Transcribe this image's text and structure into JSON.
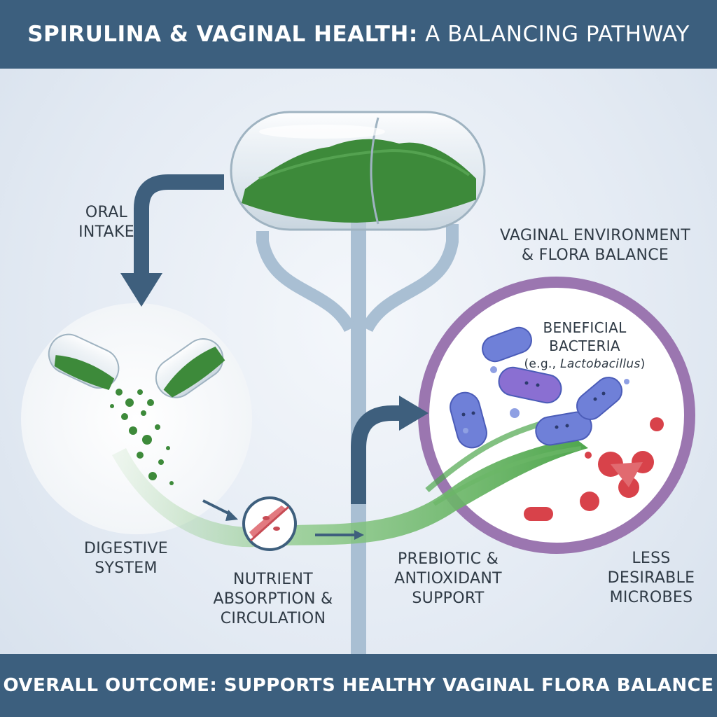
{
  "header": {
    "title_strong": "SPIRULINA & VAGINAL HEALTH:",
    "title_light": "A BALANCING PATHWAY"
  },
  "labels": {
    "oral_intake": [
      "ORAL",
      "INTAKE"
    ],
    "vaginal_environment": [
      "VAGINAL ENVIRONMENT",
      "& FLORA BALANCE"
    ],
    "beneficial_bacteria": [
      "BENEFICIAL",
      "BACTERIA"
    ],
    "beneficial_example_prefix": "(e.g., ",
    "beneficial_example_name": "Lactobacillus",
    "beneficial_example_suffix": ")",
    "digestive_system": [
      "DIGESTIVE",
      "SYSTEM"
    ],
    "nutrient_absorption": [
      "NUTRIENT",
      "ABSORPTION &",
      "CIRCULATION"
    ],
    "prebiotic_support": [
      "PREBIOTIC &",
      "ANTIOXIDANT",
      "SUPPORT"
    ],
    "less_desirable": [
      "LESS",
      "DESIRABLE",
      "MICROBES"
    ]
  },
  "footer": {
    "outcome": "OVERALL OUTCOME: SUPPORTS HEALTHY VAGINAL FLORA BALANCE"
  },
  "colors": {
    "banner": "#3c5f7e",
    "arrow": "#3e5f7d",
    "branch": "#a9bfd3",
    "spirulina_green": "#3d8a3a",
    "flora_ring": "#9b76b0",
    "beneficial_bacteria": "#6f80d8",
    "harmful_microbes": "#d8424a"
  },
  "icons": [
    "capsule-icon",
    "open-capsule-icon",
    "blood-vessel-icon",
    "bacteria-icon",
    "microbe-icon",
    "arrow-icon"
  ]
}
